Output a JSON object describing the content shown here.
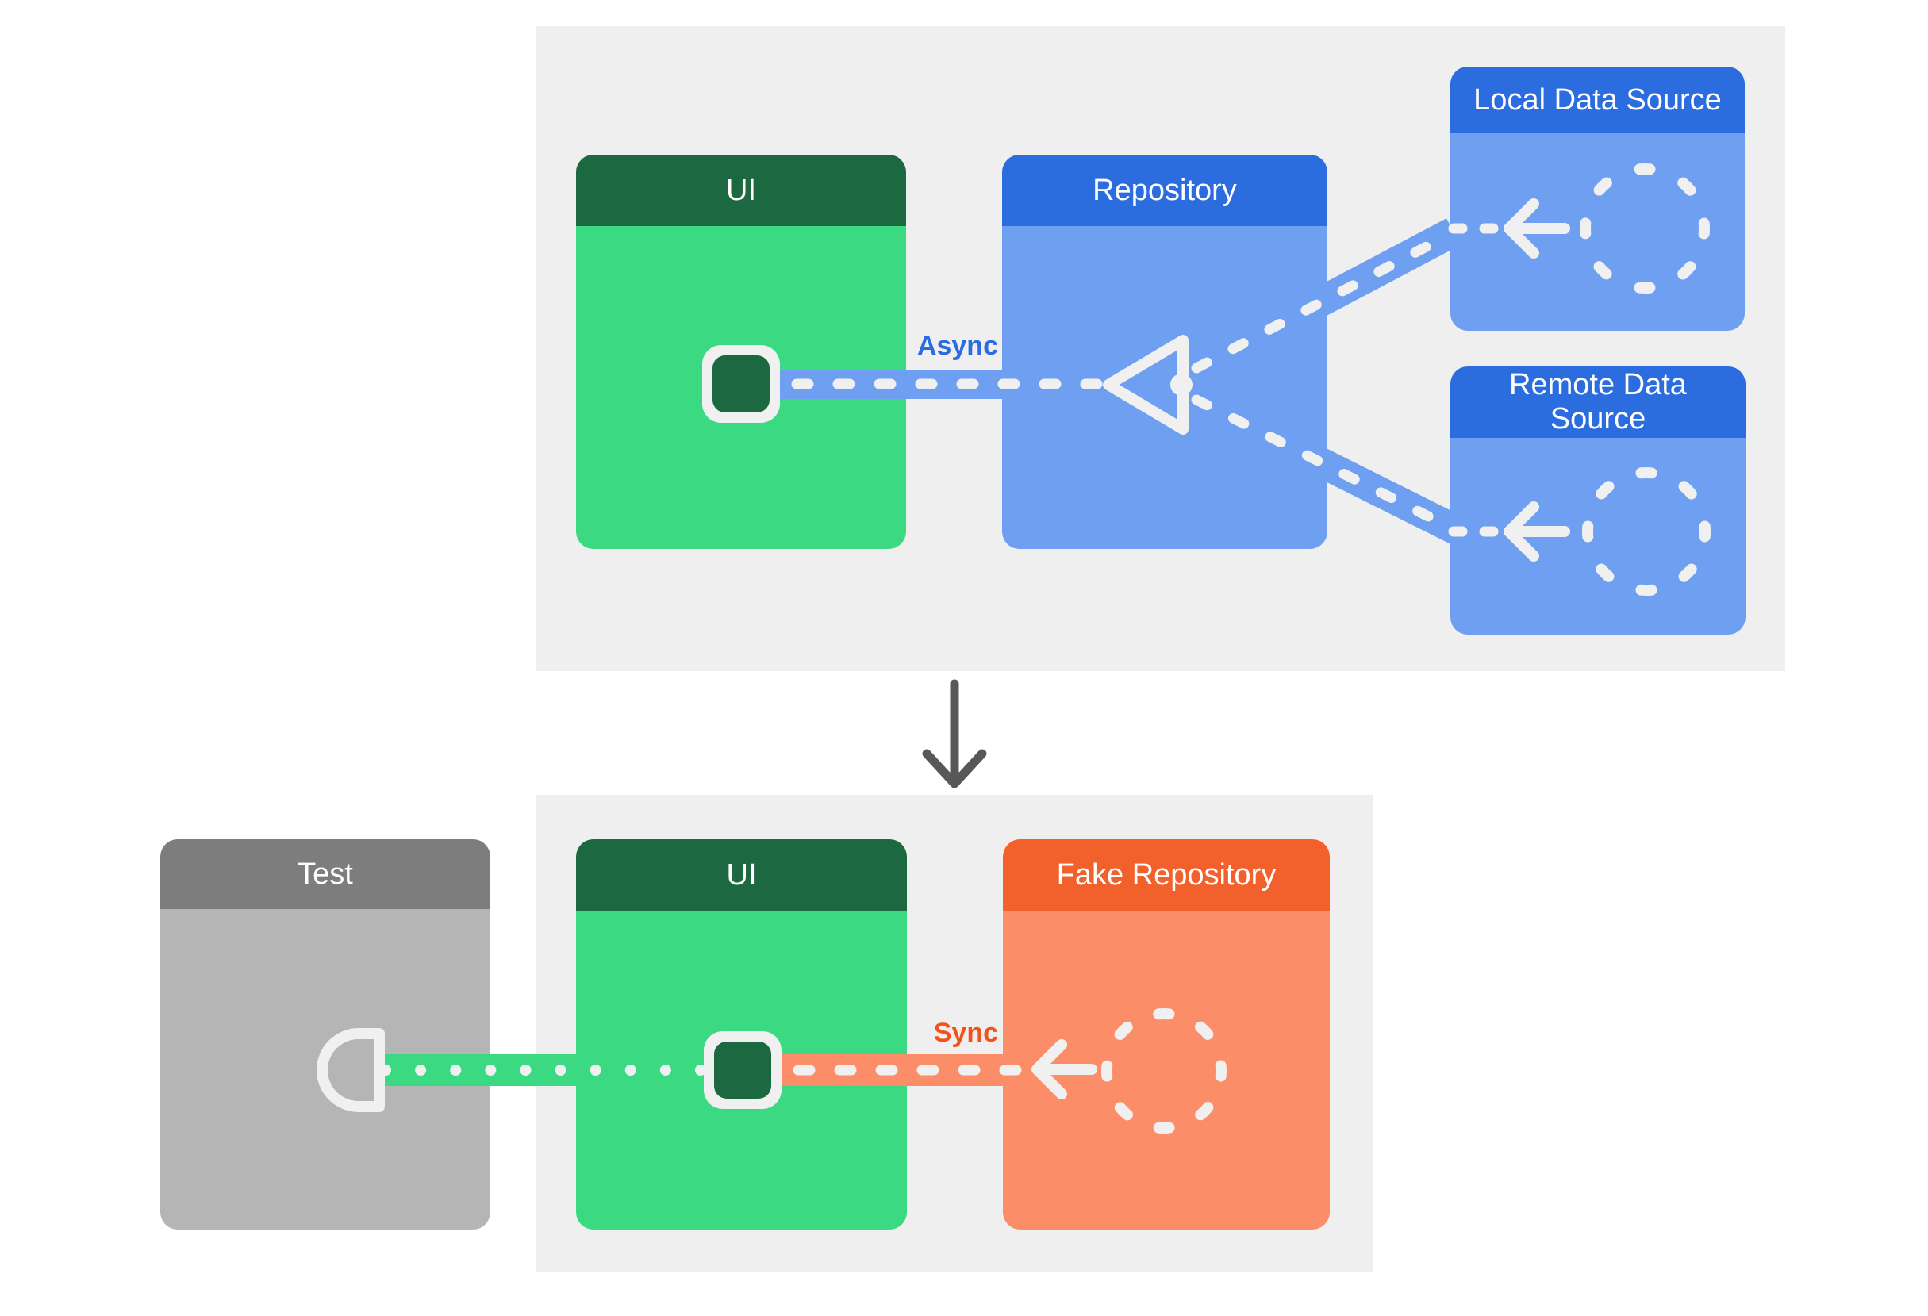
{
  "colors": {
    "background": "#ffffff",
    "panel": "#efefef",
    "green_header": "#1c6841",
    "green_body": "#3cd983",
    "blue_header": "#2b6cdf",
    "blue_body": "#6f9ff0",
    "orange_header": "#f2612c",
    "orange_body": "#fb8e68",
    "gray_header": "#7d7d7d",
    "gray_body": "#b5b5b5",
    "connector_white": "#f0f0f0",
    "async_label": "#2b6ce3",
    "sync_label": "#f4521d",
    "flow_arrow": "#58585b"
  },
  "before": {
    "ui_label": "UI",
    "repository_label": "Repository",
    "local_data_source_label": "Local Data Source",
    "remote_data_source_label": "Remote Data Source",
    "connection_label": "Async"
  },
  "after": {
    "test_label": "Test",
    "ui_label": "UI",
    "fake_repository_label": "Fake Repository",
    "connection_label": "Sync"
  }
}
